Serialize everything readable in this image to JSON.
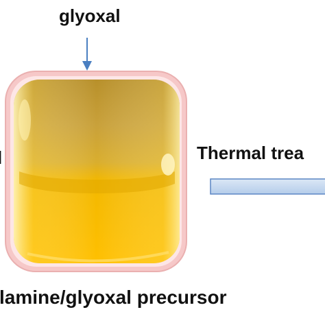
{
  "labels": {
    "top": "glyoxal",
    "left": "l",
    "right": "Thermal trea",
    "bottom": "lamine/glyoxal precursor"
  },
  "colors": {
    "shell": "#f4c4c4",
    "shell_edge": "#e8a7a7",
    "core_top": "#c9a13a",
    "core_bottom": "#ffbf00",
    "arrow": "#4a7fc1",
    "bar_fill": "#c5d9f1",
    "bar_edge": "#5b86c4"
  }
}
